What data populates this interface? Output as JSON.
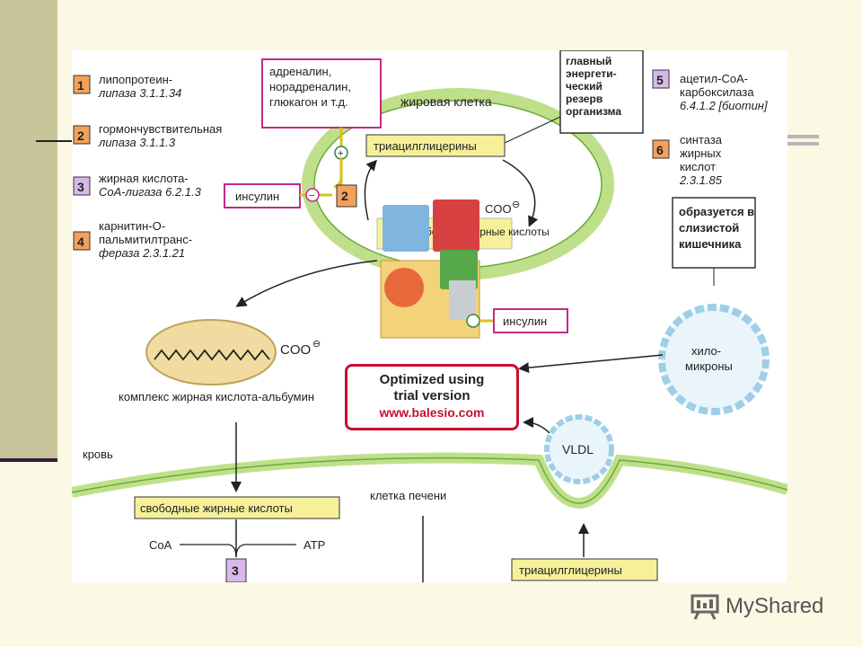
{
  "legend": [
    {
      "num": "1",
      "lines": [
        "липопротеин-",
        "липаза 3.1.1.34"
      ]
    },
    {
      "num": "2",
      "lines": [
        "гормончувствительная",
        "липаза 3.1.1.3"
      ]
    },
    {
      "num": "3",
      "lines": [
        "жирная кислота-",
        "CoA-лигаза 6.2.1.3"
      ]
    },
    {
      "num": "4",
      "lines": [
        "карнитин-O-",
        "пальмитилтранс-",
        "фераза 2.3.1.21"
      ]
    },
    {
      "num": "5",
      "lines": [
        "ацетил-CoA-",
        "карбоксилаза",
        "6.4.1.2 [биотин]"
      ]
    },
    {
      "num": "6",
      "lines": [
        "синтаза",
        "жирных",
        "кислот",
        "2.3.1.85"
      ]
    }
  ],
  "hormones_box": [
    "адреналин,",
    "норадреналин,",
    "глюкагон и т.д."
  ],
  "fat_cell": "жировая клетка",
  "energy_box": [
    "главный",
    "энергети-",
    "ческий",
    "резерв",
    "организма"
  ],
  "triacylglycerols_box": "триацилглицерины",
  "insulin_1": "инсулин",
  "insulin_2": "инсулин",
  "coo_1": "COO",
  "coo_2": "COO",
  "minus_sign": "⊖",
  "plus_sign": "+",
  "minus_inhib": "−",
  "free_fa_partial": "свободные жирные кислоты",
  "albumin_complex": "комплекс жирная кислота-альбумин",
  "intestine_box": [
    "образуется в",
    "слизистой",
    "кишечника"
  ],
  "chylomicrons": [
    "хило-",
    "микроны"
  ],
  "vldl": "VLDL",
  "blood": "кровь",
  "liver_cell": "клетка печени",
  "free_fa_liver": "свободные жирные кислоты",
  "coa": "CoA",
  "atp": "ATP",
  "step_3": "3",
  "step_2": "2",
  "triacylglycerols_liver": "триацилглицерины",
  "watermark": {
    "line1": "Optimized using",
    "line2": "trial version",
    "line3": "www.balesio.com"
  },
  "brand": "MyShared",
  "colors": {
    "membrane": "#bfe08a",
    "badge_orange": "#f2a15a",
    "badge_purple": "#d7b8e8",
    "label_bg": "#f6f09a",
    "watermark": "#c8102e"
  }
}
